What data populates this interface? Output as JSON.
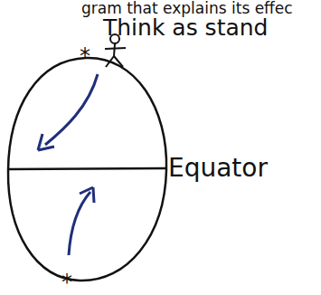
{
  "diagram": {
    "labels": [
      "gram that explains its effec",
      "Think as stand",
      "*",
      "*",
      "Equator"
    ]
  }
}
